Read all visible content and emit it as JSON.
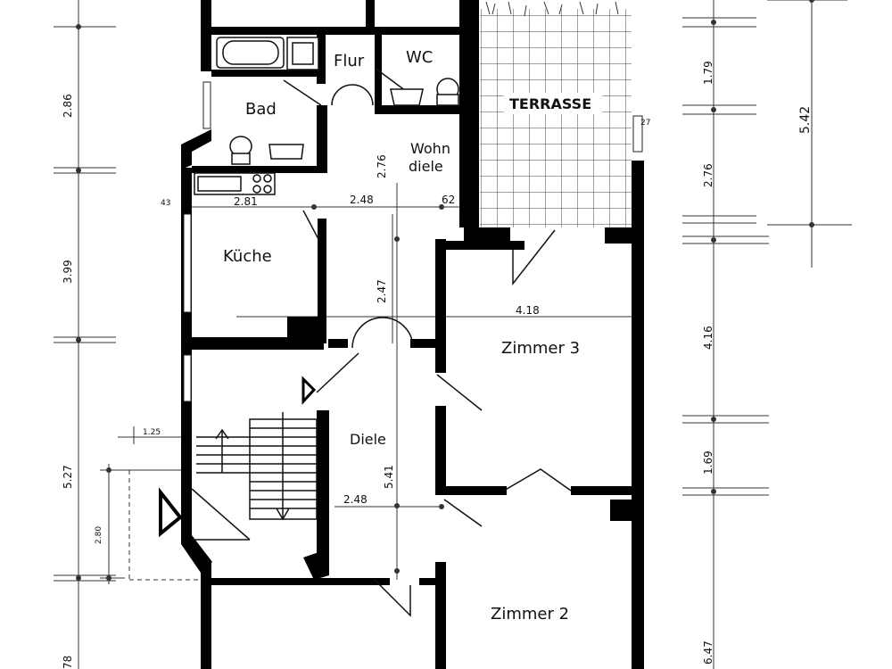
{
  "rooms": {
    "flur": "Flur",
    "wc": "WC",
    "bad": "Bad",
    "terrasse": "TERRASSE",
    "wohndiele_1": "Wohn",
    "wohndiele_2": "diele",
    "kueche": "Küche",
    "zimmer3": "Zimmer 3",
    "diele": "Diele",
    "zimmer2": "Zimmer 2"
  },
  "dimensions": {
    "left_286": "2.86",
    "left_399": "3.99",
    "left_527": "5.27",
    "left_280": "2.80",
    "left_78": "78",
    "left_125": "1.25",
    "left_43": "43",
    "h_281": "2.81",
    "h_248_top": "2.48",
    "h_62": "62",
    "h_248_low": "2.48",
    "v_276_inner": "2.76",
    "v_247": "2.47",
    "v_541": "5.41",
    "h_418": "4.18",
    "right_179": "1.79",
    "right_276": "2.76",
    "right_416": "4.16",
    "right_169": "1.69",
    "right_647": "6.47",
    "right_542": "5.42",
    "right_27": "27"
  }
}
